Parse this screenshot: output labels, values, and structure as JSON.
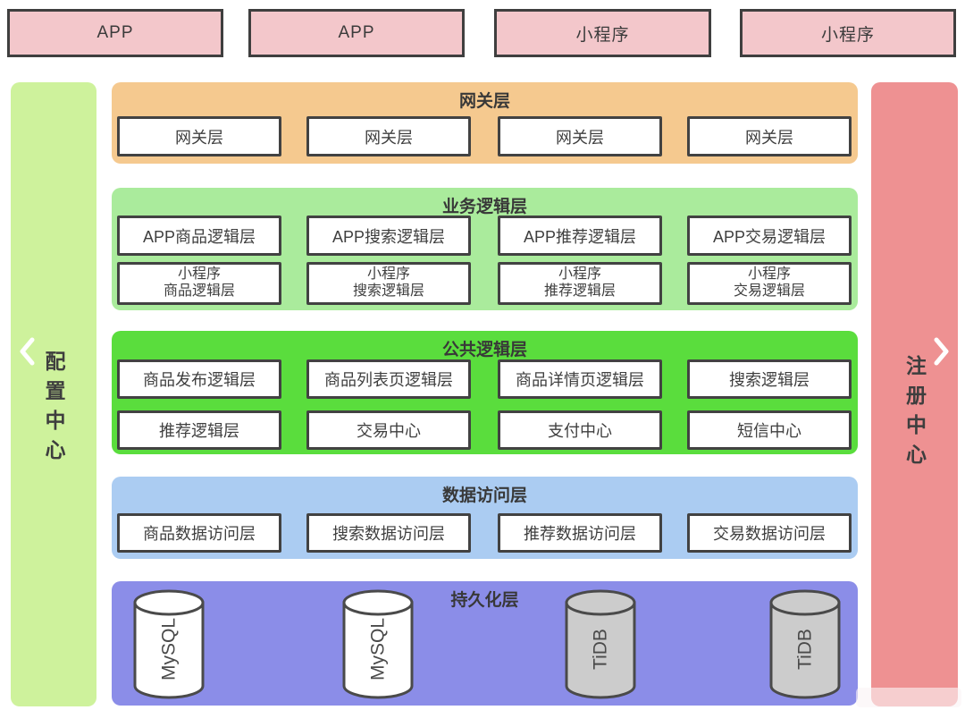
{
  "clients": [
    {
      "label": "APP"
    },
    {
      "label": "APP"
    },
    {
      "label": "小程序"
    },
    {
      "label": "小程序"
    }
  ],
  "left_sidebar": {
    "label": "配置中心"
  },
  "right_sidebar": {
    "label": "注册中心"
  },
  "layers": {
    "gateway": {
      "title": "网关层",
      "boxes": [
        "网关层",
        "网关层",
        "网关层",
        "网关层"
      ]
    },
    "business": {
      "title": "业务逻辑层",
      "row1": [
        "APP商品逻辑层",
        "APP搜索逻辑层",
        "APP推荐逻辑层",
        "APP交易逻辑层"
      ],
      "row2": [
        {
          "line1": "小程序",
          "line2": "商品逻辑层"
        },
        {
          "line1": "小程序",
          "line2": "搜索逻辑层"
        },
        {
          "line1": "小程序",
          "line2": "推荐逻辑层"
        },
        {
          "line1": "小程序",
          "line2": "交易逻辑层"
        }
      ]
    },
    "common": {
      "title": "公共逻辑层",
      "row1": [
        "商品发布逻辑层",
        "商品列表页逻辑层",
        "商品详情页逻辑层",
        "搜索逻辑层"
      ],
      "row2": [
        "推荐逻辑层",
        "交易中心",
        "支付中心",
        "短信中心"
      ]
    },
    "data_access": {
      "title": "数据访问层",
      "boxes": [
        "商品数据访问层",
        "搜索数据访问层",
        "推荐数据访问层",
        "交易数据访问层"
      ]
    },
    "persistence": {
      "title": "持久化层",
      "databases": [
        {
          "label": "MySQL",
          "fill": "#ffffff"
        },
        {
          "label": "MySQL",
          "fill": "#ffffff"
        },
        {
          "label": "TiDB",
          "fill": "#cccccc"
        },
        {
          "label": "TiDB",
          "fill": "#cccccc"
        }
      ]
    }
  },
  "colors": {
    "client_box": "#f3c7cb",
    "gateway_band": "#f5c98f",
    "business_band": "#aaeb9c",
    "common_band": "#5add3d",
    "data_access_band": "#abccf2",
    "persistence_band": "#8b8de8",
    "left_sidebar": "#cef29c",
    "right_sidebar": "#ee9192",
    "box_border": "#424242"
  }
}
